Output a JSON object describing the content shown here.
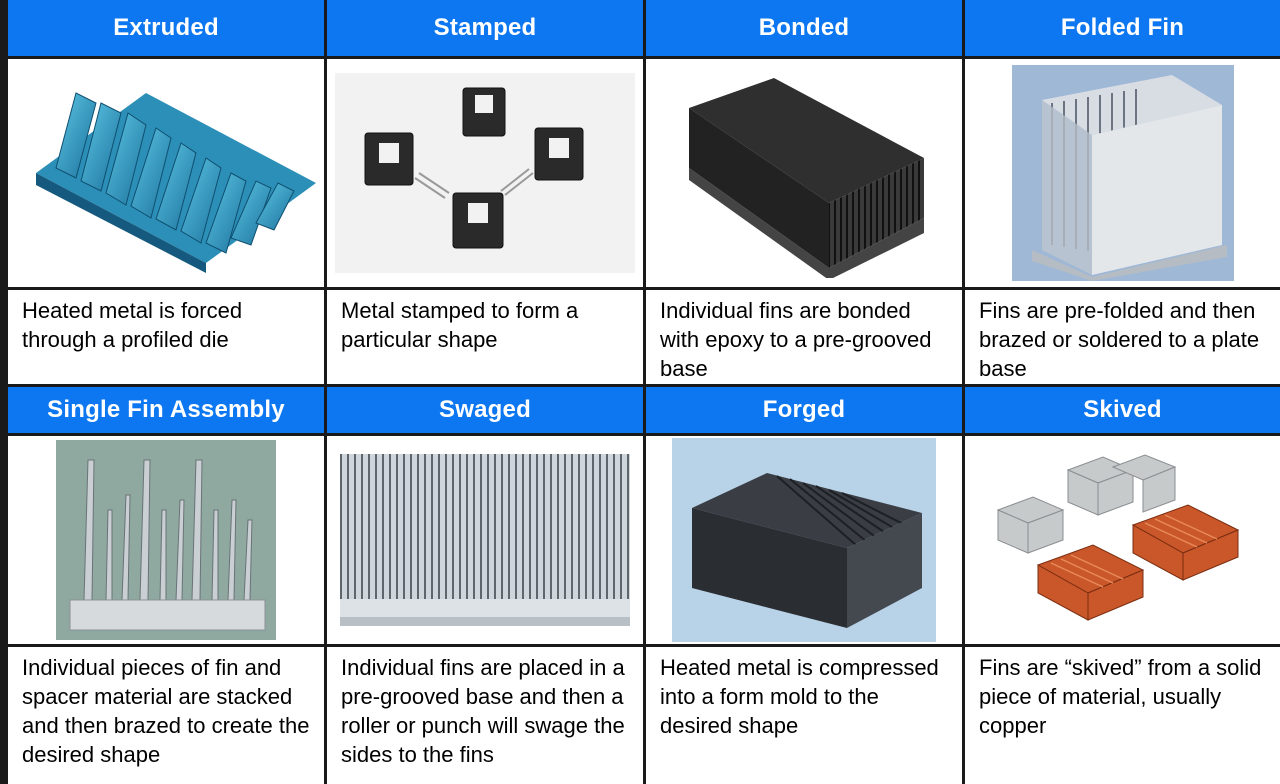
{
  "rows": [
    {
      "items": [
        {
          "title": "Extruded",
          "image": "extruded-heatsink-image",
          "description": "Heated metal is forced through a profiled die"
        },
        {
          "title": "Stamped",
          "image": "stamped-heatsink-image",
          "description": "Metal stamped to form a particular shape"
        },
        {
          "title": "Bonded",
          "image": "bonded-heatsink-image",
          "description": "Individual fins are bonded with epoxy to a pre-grooved base"
        },
        {
          "title": "Folded Fin",
          "image": "folded-fin-heatsink-image",
          "description": "Fins are pre-folded and then brazed or soldered to a plate base"
        }
      ]
    },
    {
      "items": [
        {
          "title": "Single Fin Assembly",
          "image": "single-fin-assembly-heatsink-image",
          "description": "Individual pieces of fin and spacer material are stacked and then brazed to create the desired shape"
        },
        {
          "title": "Swaged",
          "image": "swaged-heatsink-image",
          "description": "Individual fins are placed in a pre-grooved base and then a roller or punch will swage the sides to the fins"
        },
        {
          "title": "Forged",
          "image": "forged-heatsink-image",
          "description": "Heated metal is compressed into a form mold to the desired shape"
        },
        {
          "title": "Skived",
          "image": "skived-heatsink-image",
          "description": "Fins are “skived” from a solid piece of material, usually copper"
        }
      ]
    }
  ],
  "colors": {
    "header_bg": "#0c77f0",
    "header_text": "#ffffff",
    "grid": "#1a1a1a"
  }
}
